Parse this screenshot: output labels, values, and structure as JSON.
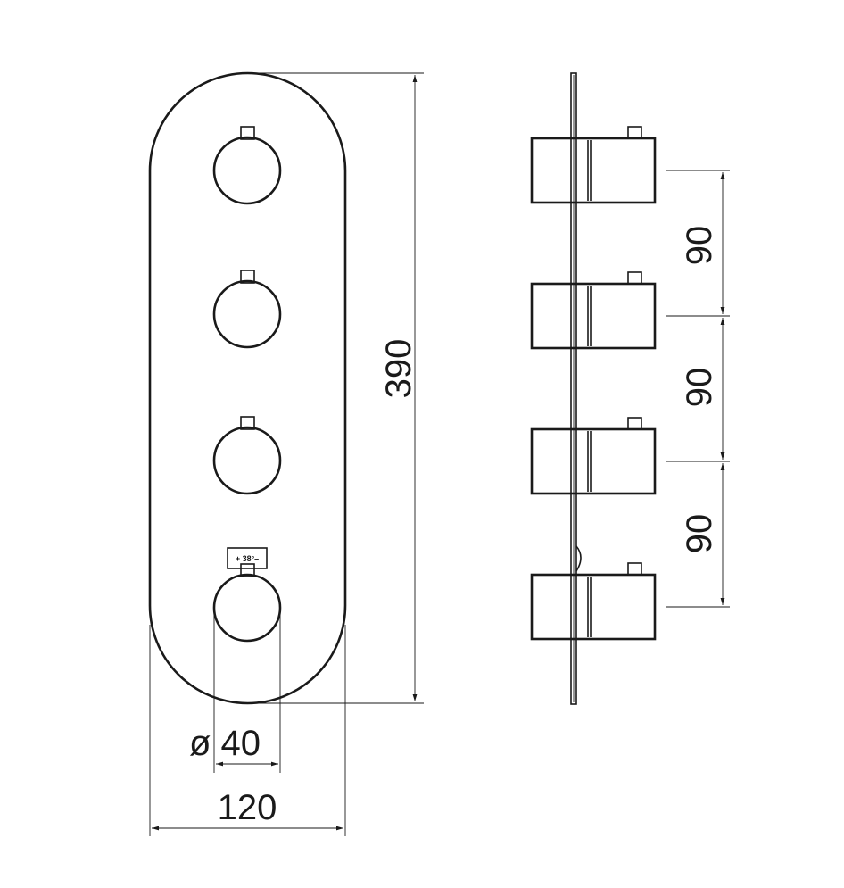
{
  "dimensions": {
    "height": "390",
    "spacing_1": "90",
    "spacing_2": "90",
    "spacing_3": "90",
    "diameter": "ø 40",
    "width": "120"
  },
  "label": {
    "temperature_scale": "+ 38°–"
  },
  "colors": {
    "stroke": "#1a1a1a",
    "background": "#ffffff"
  }
}
